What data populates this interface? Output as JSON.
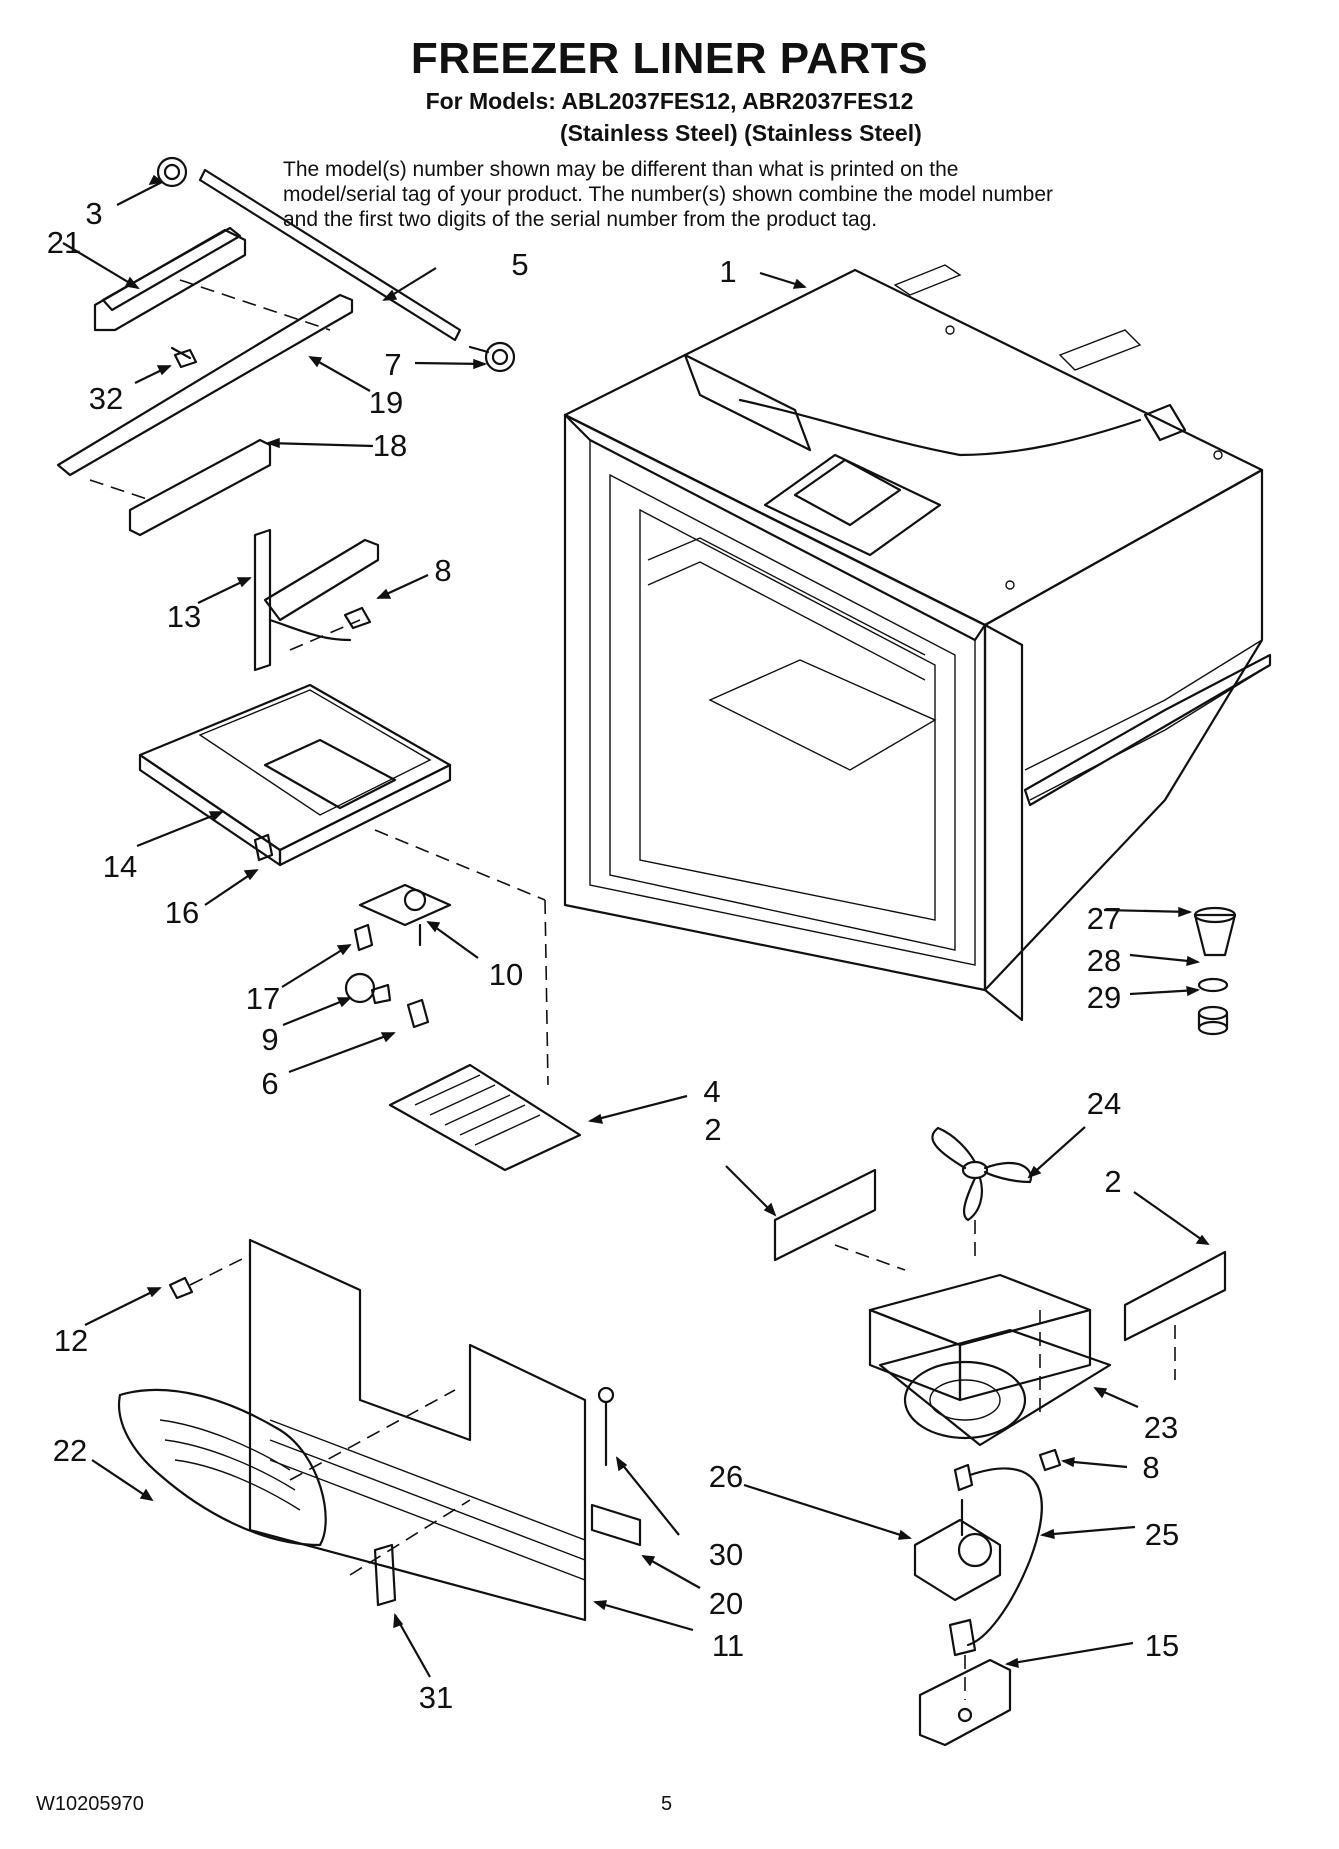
{
  "header": {
    "title": "FREEZER LINER PARTS",
    "models": "For Models: ABL2037FES12, ABR2037FES12",
    "finish": "(Stainless Steel) (Stainless Steel)",
    "note": "The model(s) number shown may be different than what is printed on the model/serial tag of your product. The number(s) shown combine the model number and the first two digits of the serial number from the product tag."
  },
  "callouts": [
    "1",
    "2",
    "2",
    "3",
    "4",
    "5",
    "6",
    "7",
    "8",
    "8",
    "9",
    "10",
    "11",
    "12",
    "13",
    "14",
    "15",
    "16",
    "17",
    "18",
    "19",
    "20",
    "21",
    "22",
    "23",
    "24",
    "25",
    "26",
    "27",
    "28",
    "29",
    "30",
    "31",
    "32"
  ],
  "footer": {
    "doc_number": "W10205970",
    "page_number": "5"
  }
}
